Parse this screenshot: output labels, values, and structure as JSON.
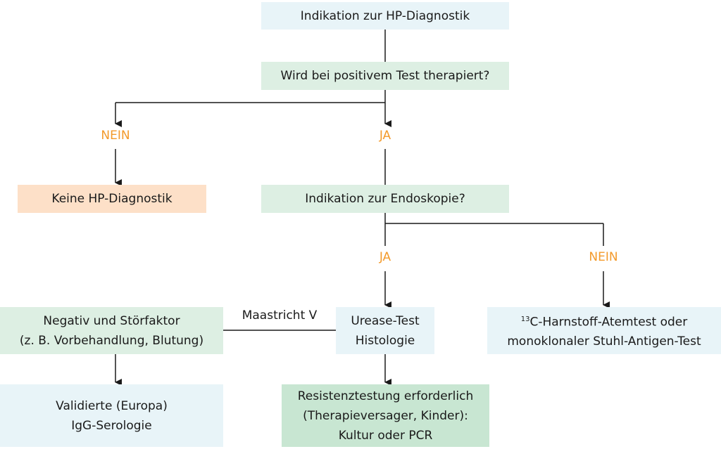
{
  "nodes": {
    "indication_hp": "Indikation zur HP-Diagnostik",
    "therapy_question": "Wird bei positivem Test therapiert?",
    "no_hp": "Keine HP-Diagnostik",
    "endoscopy_question": "Indikation zur Endoskopie?",
    "negative_line1": "Negativ und Störfaktor",
    "negative_line2": "(z. B. Vorbehandlung, Blutung)",
    "urease_line1": "Urease-Test",
    "urease_line2": "Histologie",
    "breath_line1_sup": "13",
    "breath_line1": "C-Harnstoff-Atemtest oder",
    "breath_line2": "monoklonaler Stuhl-Antigen-Test",
    "serology_line1": "Validierte (Europa)",
    "serology_line2": "IgG-Serologie",
    "resistance_line1": "Resistenztestung erforderlich",
    "resistance_line2": "(Therapieversager, Kinder):",
    "resistance_line3": "Kultur oder PCR"
  },
  "labels": {
    "nein_1": "NEIN",
    "ja_1": "JA",
    "ja_2": "JA",
    "nein_2": "NEIN",
    "maastricht": "Maastricht V"
  },
  "colors": {
    "answer": "#f39a2b",
    "blue_box": "#e8f4f8",
    "green_box": "#ddefe3",
    "peach_box": "#fde0c8",
    "dark_green_box": "#c8e6d2"
  }
}
